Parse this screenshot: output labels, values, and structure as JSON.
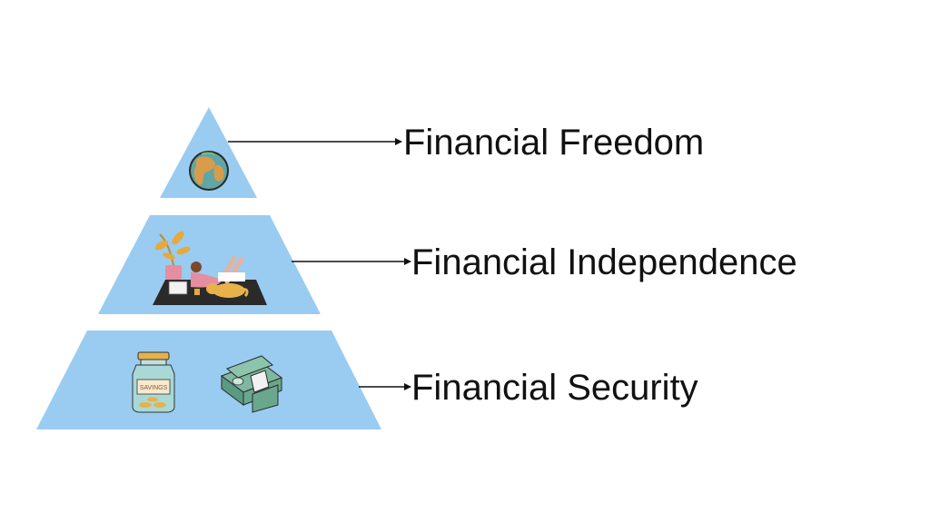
{
  "diagram": {
    "type": "pyramid",
    "levels": [
      {
        "label": "Financial Freedom",
        "icons": [
          "globe-icon"
        ]
      },
      {
        "label": "Financial Independence",
        "icons": [
          "person-relaxing-with-laptop-icon",
          "potted-plant-icon",
          "dog-icon"
        ]
      },
      {
        "label": "Financial Security",
        "icons": [
          "savings-jar-icon",
          "cash-stack-icon"
        ]
      }
    ],
    "jar_label": "SAVINGS"
  },
  "colors": {
    "tier_fill": "#99CCF0",
    "arrow": "#111111",
    "text": "#111111"
  }
}
